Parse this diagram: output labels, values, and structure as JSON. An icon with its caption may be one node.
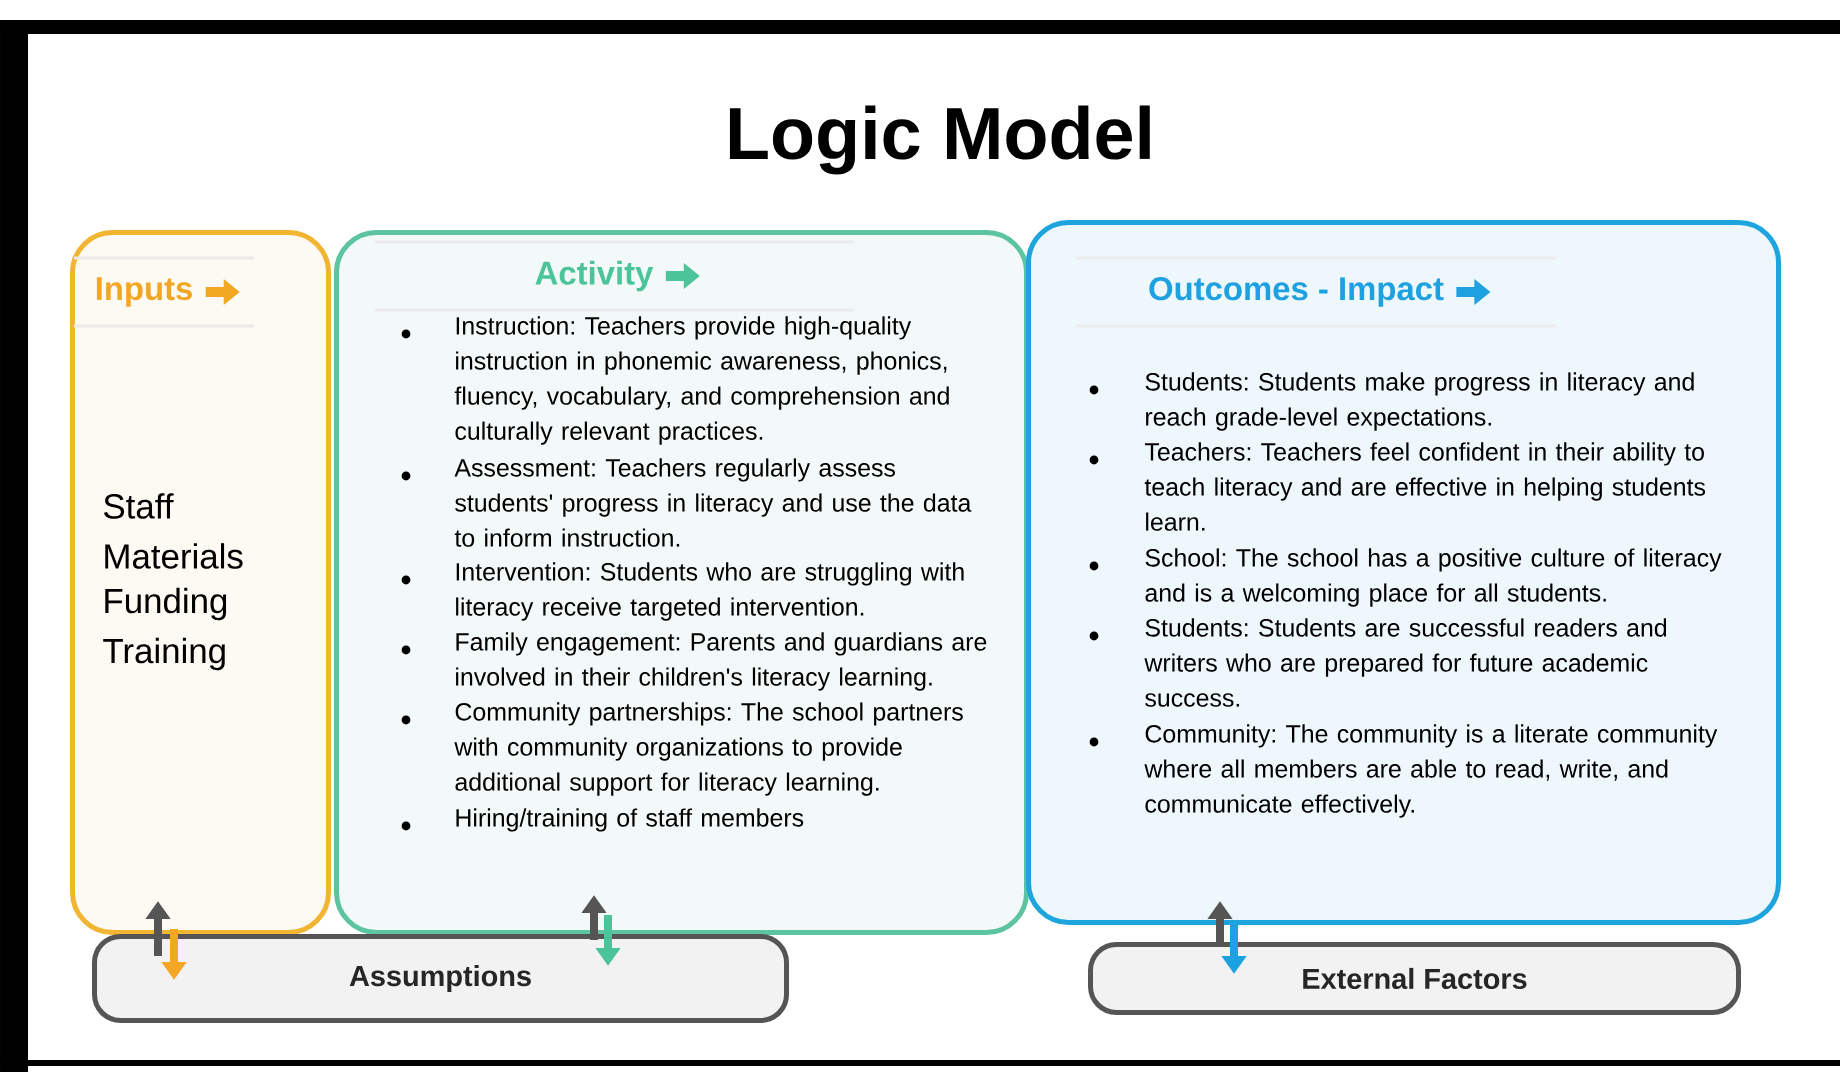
{
  "diagram": {
    "title": "Logic Model",
    "nodes": [
      {
        "text": [
          "Inputs",
          "Staff",
          "Materials",
          "Funding",
          "Training"
        ]
      },
      {
        "text": [
          "Activity",
          "Instruction: Teachers provide high-quality instruction in phonemic awareness, phonics, fluency, vocabulary, and comprehension and culturally relevant practices.",
          "Assessment: Teachers regularly assess students' progress in literacy and use the data to inform instruction.",
          "Intervention: Students who are struggling with literacy receive targeted intervention.",
          "Family engagement: Parents and guardians are involved in their children's literacy learning.",
          "Community partnerships: The school partners with community organizations to provide additional support for literacy learning.",
          "Hiring/training of staff members"
        ]
      },
      {
        "text": [
          "Outcomes - Impact",
          "Students: Students make progress in literacy and reach grade-level expectations.",
          "Teachers: Teachers feel confident in their ability to teach literacy and are effective in helping students learn.",
          "School: The school has a positive culture of literacy and is a welcoming place for all students.",
          "Students: Students are successful readers and writers who are prepared for future academic success.",
          "Community: The community is a literate community where all members are able to read, write, and communicate effectively."
        ]
      },
      {
        "text": [
          "Assumptions"
        ]
      },
      {
        "text": [
          "External Factors"
        ]
      }
    ],
    "edges": [
      {
        "from": 3,
        "to": 0,
        "arrow": "to",
        "color": "#555555"
      },
      {
        "from": 0,
        "to": 3,
        "arrow": "to",
        "color": "#f5a623"
      },
      {
        "from": 3,
        "to": 1,
        "arrow": "to",
        "color": "#555555"
      },
      {
        "from": 1,
        "to": 3,
        "arrow": "to",
        "color": "#4cc49a"
      },
      {
        "from": 4,
        "to": 2,
        "arrow": "to",
        "color": "#555555"
      },
      {
        "from": 2,
        "to": 4,
        "arrow": "to",
        "color": "#1da1e0"
      }
    ]
  }
}
